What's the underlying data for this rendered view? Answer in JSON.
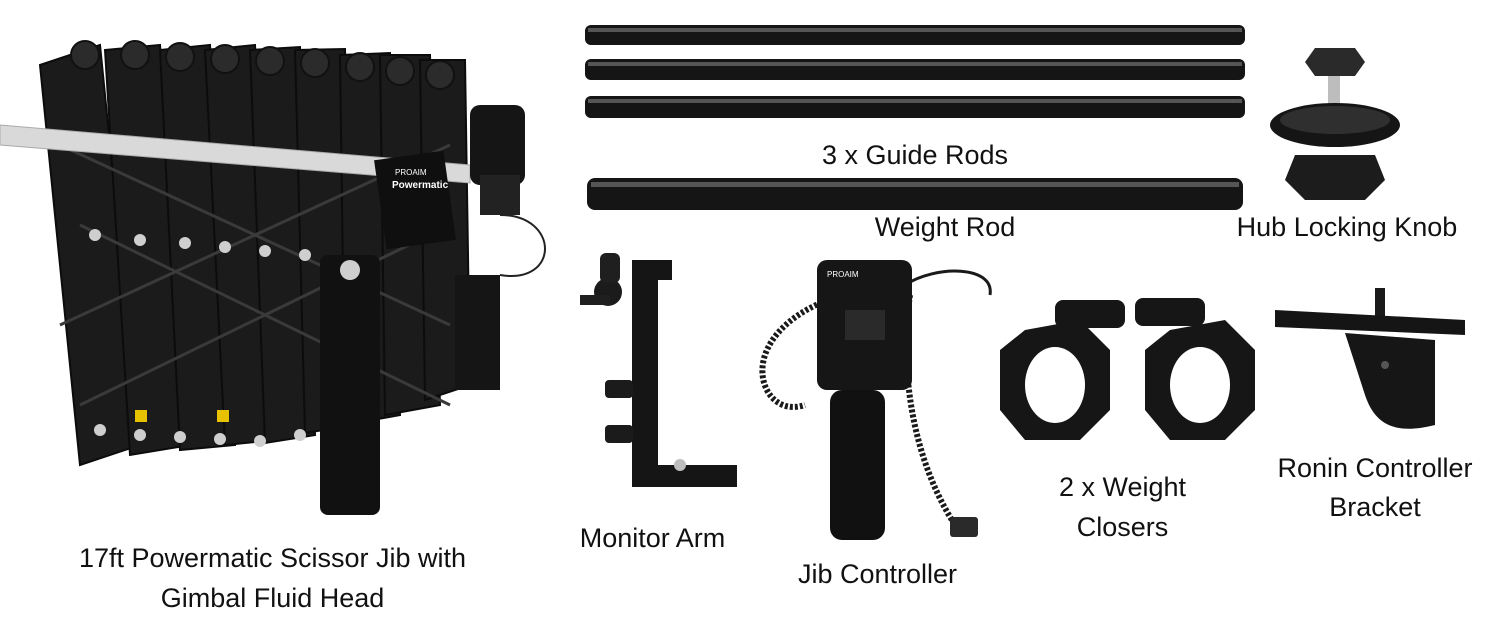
{
  "items": {
    "scissor_jib": {
      "line1": "17ft Powermatic Scissor Jib with",
      "line2": "Gimbal Fluid Head",
      "brand_text": "PROAIM",
      "model_text": "Powermatic"
    },
    "guide_rods": {
      "label": "3 x Guide Rods"
    },
    "weight_rod": {
      "label": "Weight Rod"
    },
    "hub_knob": {
      "label": "Hub Locking Knob"
    },
    "monitor_arm": {
      "label": "Monitor Arm"
    },
    "jib_controller": {
      "label": "Jib Controller",
      "brand_text": "PROAIM"
    },
    "weight_closers": {
      "line1": "2 x Weight",
      "line2": "Closers"
    },
    "ronin_bracket": {
      "line1": "Ronin  Controller",
      "line2": "Bracket"
    }
  },
  "colors": {
    "metal": "#1a1a1a",
    "highlight": "#555555",
    "bolt": "#cfcfcf",
    "rail": "#d9d9d9",
    "background": "#ffffff"
  }
}
